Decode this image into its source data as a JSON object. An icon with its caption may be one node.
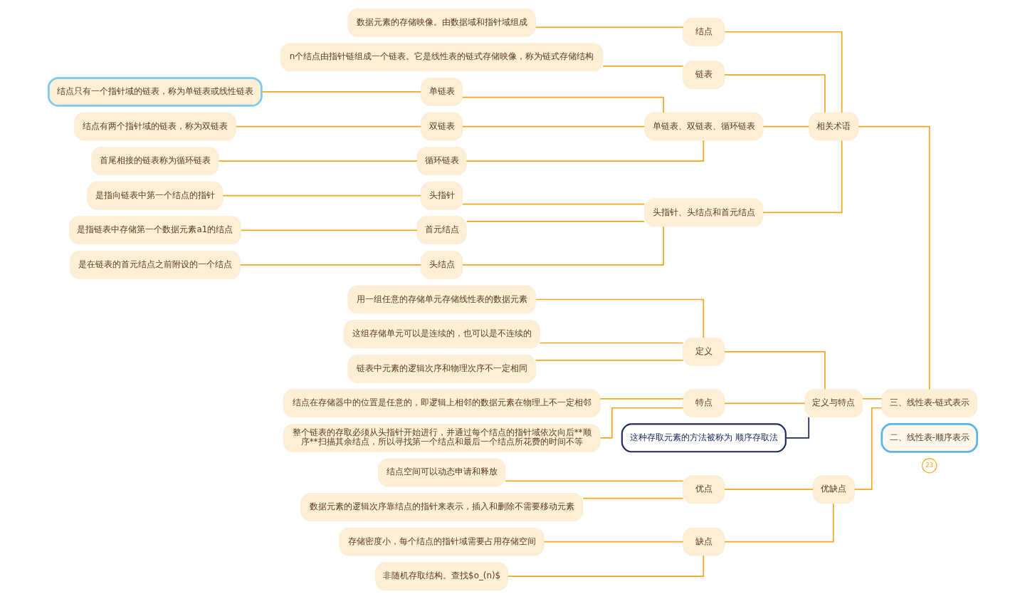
{
  "diagram": {
    "nodes": [
      {
        "text": [
          "二、线性表-顺序表示"
        ],
        "beside": [
          "23"
        ]
      },
      {
        "text": [
          "三、线性表-链式表示"
        ]
      },
      {
        "text": [
          "相关术语"
        ]
      },
      {
        "text": [
          "结点"
        ]
      },
      {
        "text": [
          "数据元素的存储映像。由数据域和指针域组成"
        ]
      },
      {
        "text": [
          "链表"
        ]
      },
      {
        "text": [
          "n个结点由指针链组成一个链表。它是线性表的链式存储映像，称为链式存储结构"
        ]
      },
      {
        "text": [
          "单链表、双链表、循环链表"
        ]
      },
      {
        "text": [
          "单链表"
        ]
      },
      {
        "text": [
          "结点只有一个指针域的链表，称为单链表或线性链表"
        ]
      },
      {
        "text": [
          "双链表"
        ]
      },
      {
        "text": [
          "结点有两个指针域的链表，称为双链表"
        ]
      },
      {
        "text": [
          "循环链表"
        ]
      },
      {
        "text": [
          "首尾相接的链表称为循环链表"
        ]
      },
      {
        "text": [
          "头指针、头结点和首元结点"
        ]
      },
      {
        "text": [
          "头指针"
        ]
      },
      {
        "text": [
          "是指向链表中第一个结点的指针"
        ]
      },
      {
        "text": [
          "首元结点"
        ]
      },
      {
        "text": [
          "是指链表中存储第一个数据元素a1的结点"
        ]
      },
      {
        "text": [
          "头结点"
        ]
      },
      {
        "text": [
          "是在链表的首元结点之前附设的一个结点"
        ]
      },
      {
        "text": [
          "定义与特点"
        ]
      },
      {
        "text": [
          "定义"
        ]
      },
      {
        "text": [
          "用一组任意的存储单元存储线性表的数据元素"
        ]
      },
      {
        "text": [
          "这组存储单元可以是连续的，也可以是不连续的"
        ]
      },
      {
        "text": [
          "链表中元素的逻辑次序和物理次序不一定相同"
        ]
      },
      {
        "text": [
          "特点"
        ]
      },
      {
        "text": [
          "结点在存储器中的位置是任意的，即逻辑上相邻的数据元素在物理上不一定相邻"
        ]
      },
      {
        "text": [
          "整个链表的存取必须从头指针开始进行，并通过每个结点的指针域依次向后**顺序**扫描其余结点，所以寻找第一个结点和最后一个结点所花费的时间不等"
        ]
      },
      {
        "text": [
          "这种存取元素的方法被称为 顺序存取法"
        ]
      },
      {
        "text": [
          "优缺点"
        ]
      },
      {
        "text": [
          "优点"
        ]
      },
      {
        "text": [
          "结点空间可以动态申请和释放"
        ]
      },
      {
        "text": [
          "数据元素的逻辑次序靠结点的指针来表示，插入和删除不需要移动元素"
        ]
      },
      {
        "text": [
          "缺点"
        ]
      },
      {
        "text": [
          "存储密度小，每个结点的指针域需要占用存储空间"
        ]
      },
      {
        "text": [
          "非随机存取结构。查找$o_(n)$"
        ]
      }
    ],
    "edges": [
      {
        "from": 1,
        "to": 2,
        "arrow": "none"
      },
      {
        "from": 2,
        "to": 3,
        "arrow": "none"
      },
      {
        "from": 3,
        "to": 4,
        "arrow": "none"
      },
      {
        "from": 2,
        "to": 5,
        "arrow": "none"
      },
      {
        "from": 5,
        "to": 6,
        "arrow": "none"
      },
      {
        "from": 2,
        "to": 7,
        "arrow": "none"
      },
      {
        "from": 7,
        "to": 8,
        "arrow": "none"
      },
      {
        "from": 8,
        "to": 9,
        "arrow": "none"
      },
      {
        "from": 7,
        "to": 10,
        "arrow": "none"
      },
      {
        "from": 10,
        "to": 11,
        "arrow": "none"
      },
      {
        "from": 7,
        "to": 12,
        "arrow": "none"
      },
      {
        "from": 12,
        "to": 13,
        "arrow": "none"
      },
      {
        "from": 2,
        "to": 14,
        "arrow": "none"
      },
      {
        "from": 14,
        "to": 15,
        "arrow": "none"
      },
      {
        "from": 15,
        "to": 16,
        "arrow": "none"
      },
      {
        "from": 14,
        "to": 17,
        "arrow": "none"
      },
      {
        "from": 17,
        "to": 18,
        "arrow": "none"
      },
      {
        "from": 14,
        "to": 19,
        "arrow": "none"
      },
      {
        "from": 19,
        "to": 20,
        "arrow": "none"
      },
      {
        "from": 1,
        "to": 21,
        "arrow": "none"
      },
      {
        "from": 21,
        "to": 22,
        "arrow": "none"
      },
      {
        "from": 22,
        "to": 23,
        "arrow": "none"
      },
      {
        "from": 22,
        "to": 24,
        "arrow": "none"
      },
      {
        "from": 22,
        "to": 25,
        "arrow": "none"
      },
      {
        "from": 21,
        "to": 26,
        "arrow": "none"
      },
      {
        "from": 26,
        "to": 27,
        "arrow": "none"
      },
      {
        "from": 26,
        "to": 28,
        "arrow": "none"
      },
      {
        "from": 21,
        "to": 29,
        "arrow": "none",
        "color": "#1f2a60"
      },
      {
        "from": 1,
        "to": 30,
        "arrow": "none"
      },
      {
        "from": 30,
        "to": 31,
        "arrow": "none"
      },
      {
        "from": 31,
        "to": 32,
        "arrow": "none"
      },
      {
        "from": 31,
        "to": 33,
        "arrow": "none"
      },
      {
        "from": 30,
        "to": 34,
        "arrow": "none"
      },
      {
        "from": 34,
        "to": 35,
        "arrow": "none"
      },
      {
        "from": 34,
        "to": 36,
        "arrow": "none"
      }
    ]
  }
}
